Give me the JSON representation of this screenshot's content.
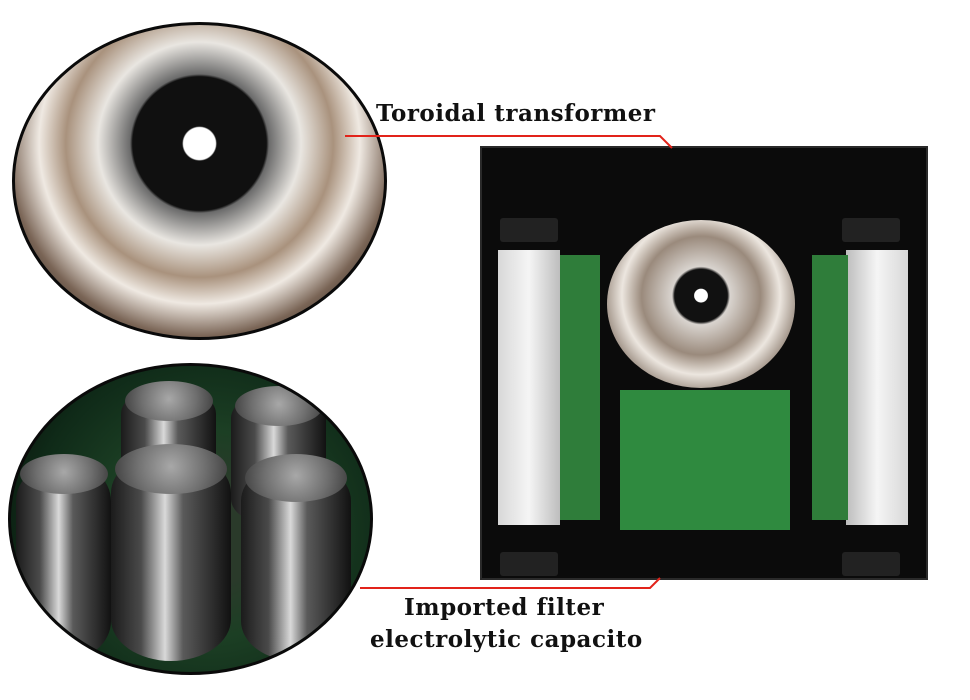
{
  "labels": {
    "transformer": "Toroidal transformer",
    "capacitor_line1": "Imported filter",
    "capacitor_line2": "electrolytic capacito"
  },
  "colors": {
    "leader_line": "#e2231a",
    "label_text": "#111111"
  }
}
